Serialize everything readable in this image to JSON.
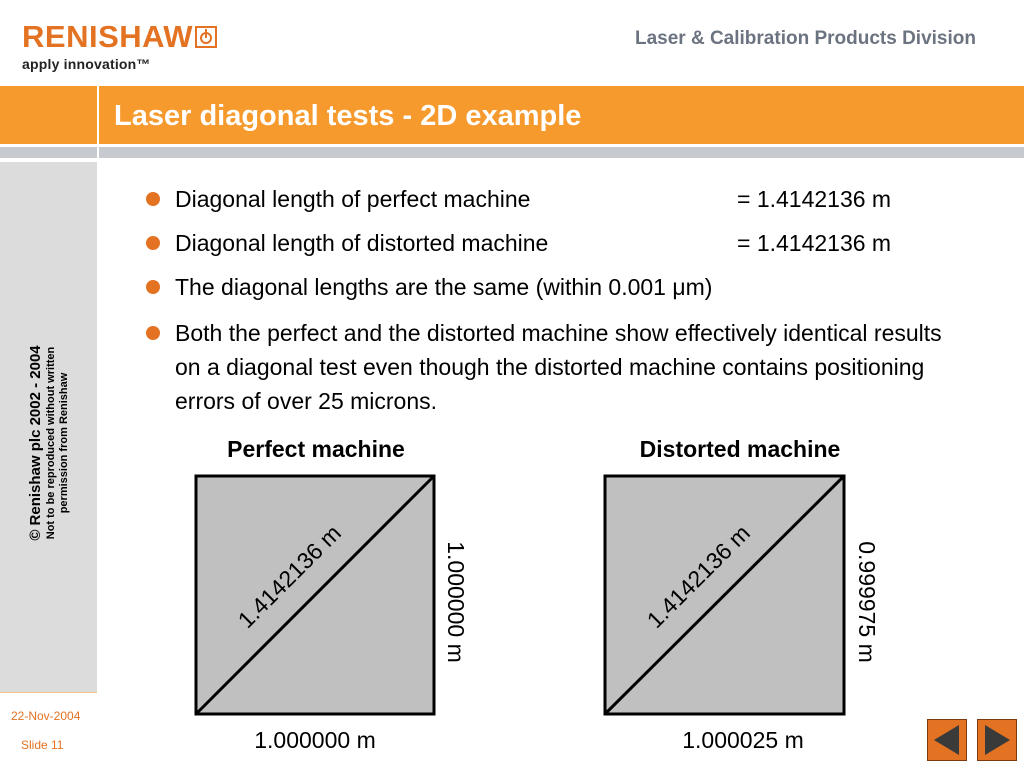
{
  "header": {
    "logo_text": "RENISHAW",
    "logo_tagline": "apply innovation™",
    "division": "Laser & Calibration Products Division"
  },
  "slide_title": "Laser diagonal tests - 2D example",
  "sidebar": {
    "copyright": "© Renishaw plc 2002 - 2004",
    "notice_line1": "Not to be reproduced without written",
    "notice_line2": "permission from Renishaw",
    "date": "22-Nov-2004",
    "slide_number": "Slide 11"
  },
  "bullets": [
    {
      "text": "Diagonal length of perfect machine",
      "value": "= 1.4142136 m"
    },
    {
      "text": "Diagonal length of distorted machine",
      "value": "= 1.4142136 m"
    },
    {
      "text": "The diagonal lengths are the same (within 0.001 μm)"
    },
    {
      "text": "Both the perfect and the distorted machine show effectively identical results on a diagonal test even though the distorted machine contains positioning errors of over 25 microns."
    }
  ],
  "diagrams": [
    {
      "title": "Perfect machine",
      "diagonal_label": "1.4142136 m",
      "side_label": "1.000000 m",
      "bottom_label": "1.000000 m"
    },
    {
      "title": "Distorted machine",
      "diagonal_label": "1.4142136 m",
      "side_label": "0.999975 m",
      "bottom_label": "1.000025 m"
    }
  ],
  "colors": {
    "brand_orange": "#e37222",
    "title_bar": "#f79a2e",
    "square_fill": "#c0c0c0"
  },
  "navigation": {
    "prev_icon": "triangle-left-icon",
    "next_icon": "triangle-right-icon"
  }
}
